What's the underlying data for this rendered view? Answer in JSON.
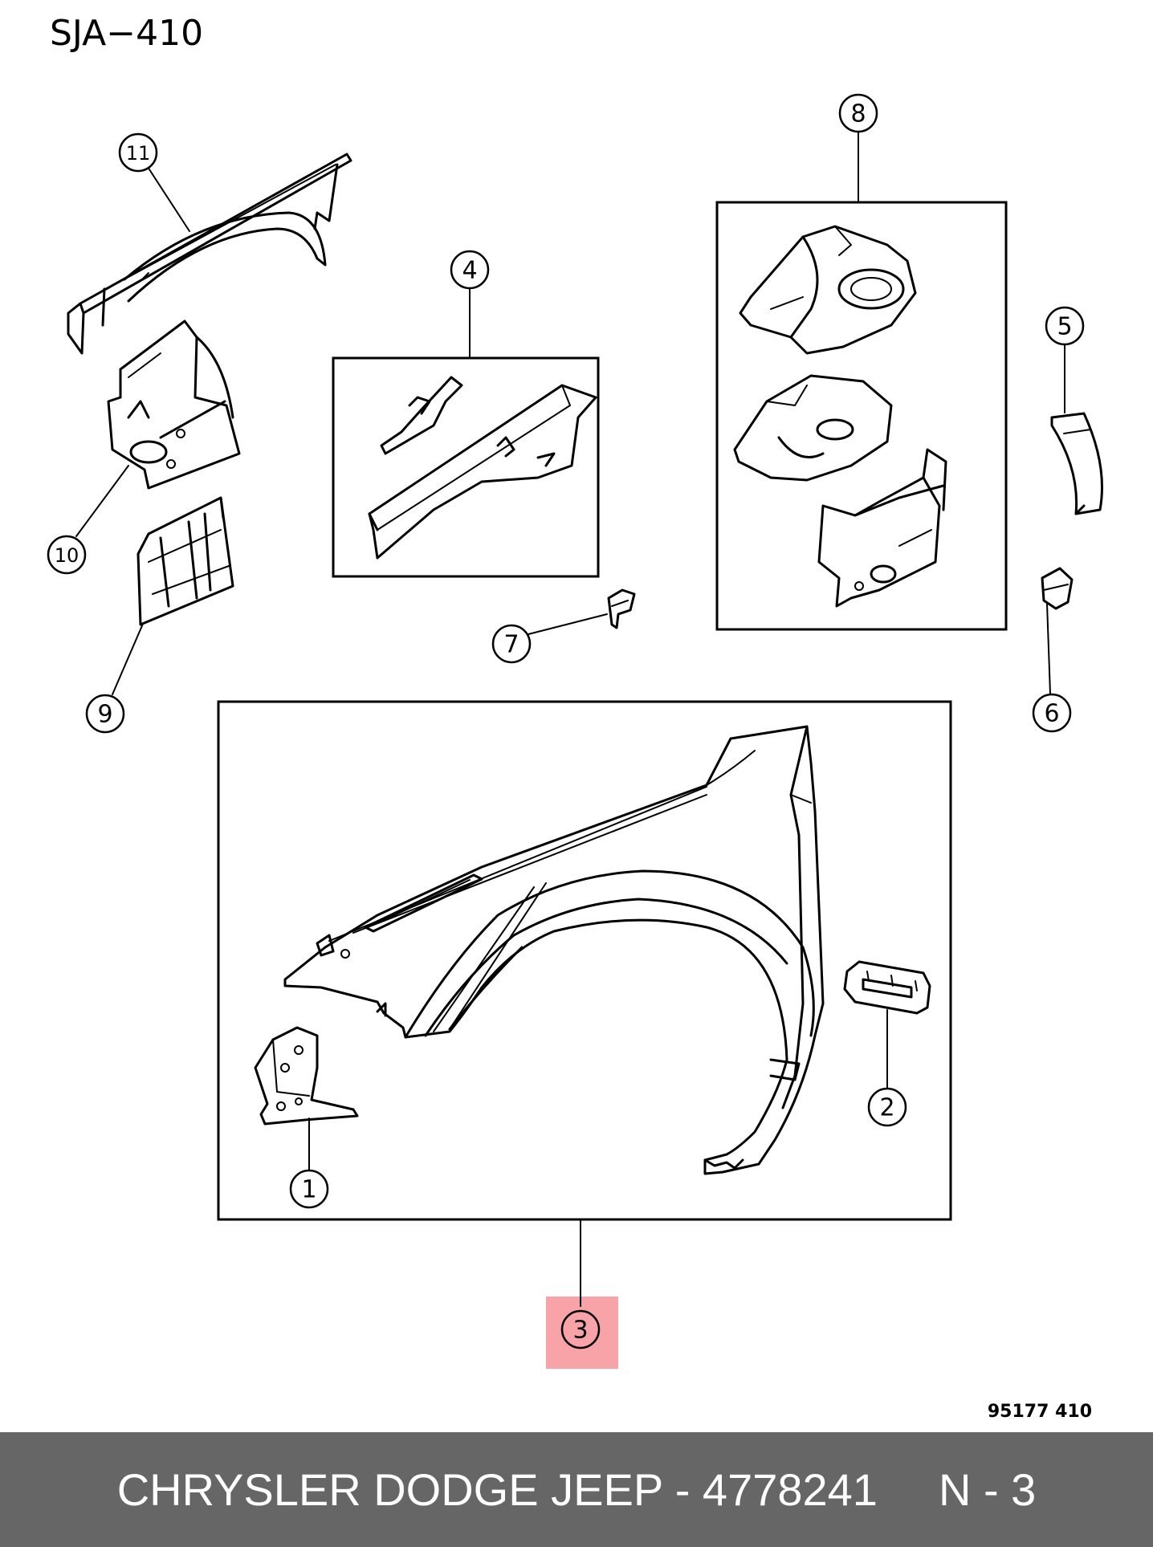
{
  "diagram": {
    "code": "SJA−410",
    "figure_number": "95177  410",
    "highlight_color": "#f7a3a8",
    "highlighted_callout": "3",
    "callouts": [
      "1",
      "2",
      "3",
      "4",
      "5",
      "6",
      "7",
      "8",
      "9",
      "10",
      "11"
    ]
  },
  "footer": {
    "brand": "CHRYSLER DODGE JEEP - 4778241",
    "code": "N - 3",
    "background": "#666666"
  }
}
